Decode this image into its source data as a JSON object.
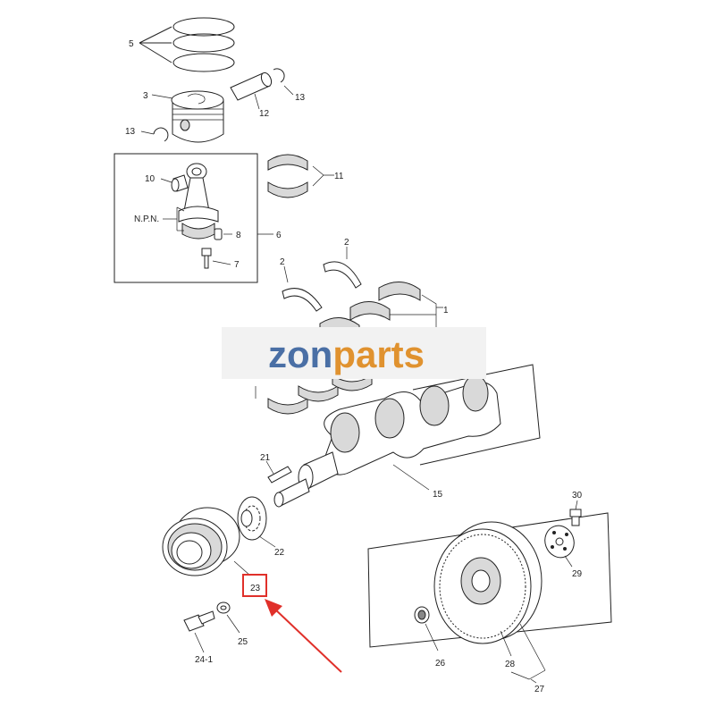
{
  "watermark": {
    "text_zon": "zon",
    "text_parts": "parts",
    "color_zon": "#4a6fa5",
    "color_parts": "#e0922f",
    "band_color": "#f2f2f2"
  },
  "highlight": {
    "part": "23",
    "box_color": "#e0302a",
    "arrow_color": "#e0302a"
  },
  "box_group": {
    "label_npn": "N.P.N."
  },
  "labels": {
    "p1": "1",
    "p2a": "2",
    "p2b": "2",
    "p3": "3",
    "p5": "5",
    "p6": "6",
    "p7": "7",
    "p8": "8",
    "p10": "10",
    "p11": "11",
    "p12": "12",
    "p13a": "13",
    "p13b": "13",
    "p15": "15",
    "p21": "21",
    "p22": "22",
    "p23": "23",
    "p24_1": "24-1",
    "p25": "25",
    "p26": "26",
    "p27": "27",
    "p28": "28",
    "p29": "29",
    "p30": "30"
  }
}
